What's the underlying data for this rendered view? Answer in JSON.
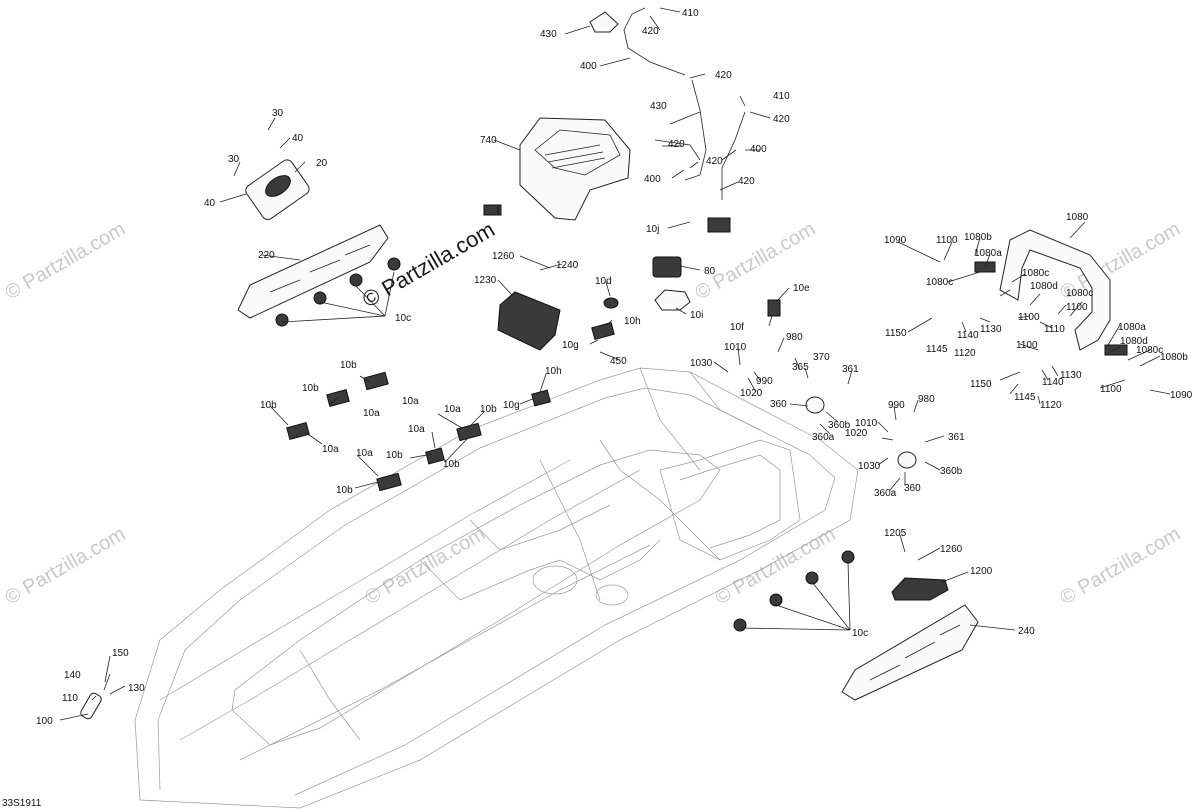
{
  "diagram_code": "33S1911",
  "watermark": "© Partzilla.com",
  "callouts": [
    {
      "id": "c430a",
      "text": "430"
    },
    {
      "id": "c420a",
      "text": "420"
    },
    {
      "id": "c410a",
      "text": "410"
    },
    {
      "id": "c400a",
      "text": "400"
    },
    {
      "id": "c420b",
      "text": "420"
    },
    {
      "id": "c410b",
      "text": "410"
    },
    {
      "id": "c420c",
      "text": "420"
    },
    {
      "id": "c430b",
      "text": "430"
    },
    {
      "id": "c420d",
      "text": "420"
    },
    {
      "id": "c400b",
      "text": "400"
    },
    {
      "id": "c420e",
      "text": "420"
    },
    {
      "id": "c400c",
      "text": "400"
    },
    {
      "id": "c420f",
      "text": "420"
    },
    {
      "id": "c740",
      "text": "740"
    },
    {
      "id": "c30a",
      "text": "30"
    },
    {
      "id": "c40a",
      "text": "40"
    },
    {
      "id": "c30b",
      "text": "30"
    },
    {
      "id": "c20",
      "text": "20"
    },
    {
      "id": "c40b",
      "text": "40"
    },
    {
      "id": "c220",
      "text": "220"
    },
    {
      "id": "c10c_a",
      "text": "10c"
    },
    {
      "id": "c10j",
      "text": "10j"
    },
    {
      "id": "c80",
      "text": "80"
    },
    {
      "id": "c1260a",
      "text": "1260"
    },
    {
      "id": "c1240",
      "text": "1240"
    },
    {
      "id": "c1230",
      "text": "1230"
    },
    {
      "id": "c10d",
      "text": "10d"
    },
    {
      "id": "c10i",
      "text": "10i"
    },
    {
      "id": "c10e",
      "text": "10e"
    },
    {
      "id": "c10h_a",
      "text": "10h"
    },
    {
      "id": "c10g_a",
      "text": "10g"
    },
    {
      "id": "c450",
      "text": "450"
    },
    {
      "id": "c10f",
      "text": "10f"
    },
    {
      "id": "c980a",
      "text": "980"
    },
    {
      "id": "c1010a",
      "text": "1010"
    },
    {
      "id": "c1030a",
      "text": "1030"
    },
    {
      "id": "c990a",
      "text": "990"
    },
    {
      "id": "c1020a",
      "text": "1020"
    },
    {
      "id": "c370",
      "text": "370"
    },
    {
      "id": "c365",
      "text": "365"
    },
    {
      "id": "c361a",
      "text": "361"
    },
    {
      "id": "c360a_",
      "text": "360"
    },
    {
      "id": "c360b_a",
      "text": "360b"
    },
    {
      "id": "c360a_a",
      "text": "360a"
    },
    {
      "id": "c990b",
      "text": "990"
    },
    {
      "id": "c980b",
      "text": "980"
    },
    {
      "id": "c1010b",
      "text": "1010"
    },
    {
      "id": "c1020b",
      "text": "1020"
    },
    {
      "id": "c361b",
      "text": "361"
    },
    {
      "id": "c1030b",
      "text": "1030"
    },
    {
      "id": "c360b_b",
      "text": "360b"
    },
    {
      "id": "c360a_b",
      "text": "360a"
    },
    {
      "id": "c360b_",
      "text": "360"
    },
    {
      "id": "c10b_a",
      "text": "10b"
    },
    {
      "id": "c10b_b",
      "text": "10b"
    },
    {
      "id": "c10a_a",
      "text": "10a"
    },
    {
      "id": "c10a_b",
      "text": "10a"
    },
    {
      "id": "c10b_c",
      "text": "10b"
    },
    {
      "id": "c10a_c",
      "text": "10a"
    },
    {
      "id": "c10h_b",
      "text": "10h"
    },
    {
      "id": "c10g_b",
      "text": "10g"
    },
    {
      "id": "c10a_d",
      "text": "10a"
    },
    {
      "id": "c10b_d",
      "text": "10b"
    },
    {
      "id": "c10a_e",
      "text": "10a"
    },
    {
      "id": "c10a_f",
      "text": "10a"
    },
    {
      "id": "c10b_e",
      "text": "10b"
    },
    {
      "id": "c10b_f",
      "text": "10b"
    },
    {
      "id": "c10b_g",
      "text": "10b"
    },
    {
      "id": "c1080",
      "text": "1080"
    },
    {
      "id": "c1090a",
      "text": "1090"
    },
    {
      "id": "c1100a",
      "text": "1100"
    },
    {
      "id": "c1080b_a",
      "text": "1080b"
    },
    {
      "id": "c1080a_a",
      "text": "1080a"
    },
    {
      "id": "c1080c_a",
      "text": "1080c"
    },
    {
      "id": "c1080c_b",
      "text": "1080c"
    },
    {
      "id": "c1080d_a",
      "text": "1080d"
    },
    {
      "id": "c1080c_c",
      "text": "1080c"
    },
    {
      "id": "c1100b",
      "text": "1100"
    },
    {
      "id": "c1100c",
      "text": "1100"
    },
    {
      "id": "c1150a",
      "text": "1150"
    },
    {
      "id": "c1140a",
      "text": "1140"
    },
    {
      "id": "c1130a",
      "text": "1130"
    },
    {
      "id": "c1110",
      "text": "1110"
    },
    {
      "id": "c1145a",
      "text": "1145"
    },
    {
      "id": "c1120a",
      "text": "1120"
    },
    {
      "id": "c1100d",
      "text": "1100"
    },
    {
      "id": "c1080a_b",
      "text": "1080a"
    },
    {
      "id": "c1080d_b",
      "text": "1080d"
    },
    {
      "id": "c1080c_d",
      "text": "1080c"
    },
    {
      "id": "c1080b_b",
      "text": "1080b"
    },
    {
      "id": "c1150b",
      "text": "1150"
    },
    {
      "id": "c1140b",
      "text": "1140"
    },
    {
      "id": "c1130b",
      "text": "1130"
    },
    {
      "id": "c1100e",
      "text": "1100"
    },
    {
      "id": "c1090b",
      "text": "1090"
    },
    {
      "id": "c1145b",
      "text": "1145"
    },
    {
      "id": "c1120b",
      "text": "1120"
    },
    {
      "id": "c1205",
      "text": "1205"
    },
    {
      "id": "c1260b",
      "text": "1260"
    },
    {
      "id": "c1200",
      "text": "1200"
    },
    {
      "id": "c240",
      "text": "240"
    },
    {
      "id": "c10c_b",
      "text": "10c"
    },
    {
      "id": "c150",
      "text": "150"
    },
    {
      "id": "c140",
      "text": "140"
    },
    {
      "id": "c130",
      "text": "130"
    },
    {
      "id": "c110",
      "text": "110"
    },
    {
      "id": "c100",
      "text": "100"
    }
  ]
}
